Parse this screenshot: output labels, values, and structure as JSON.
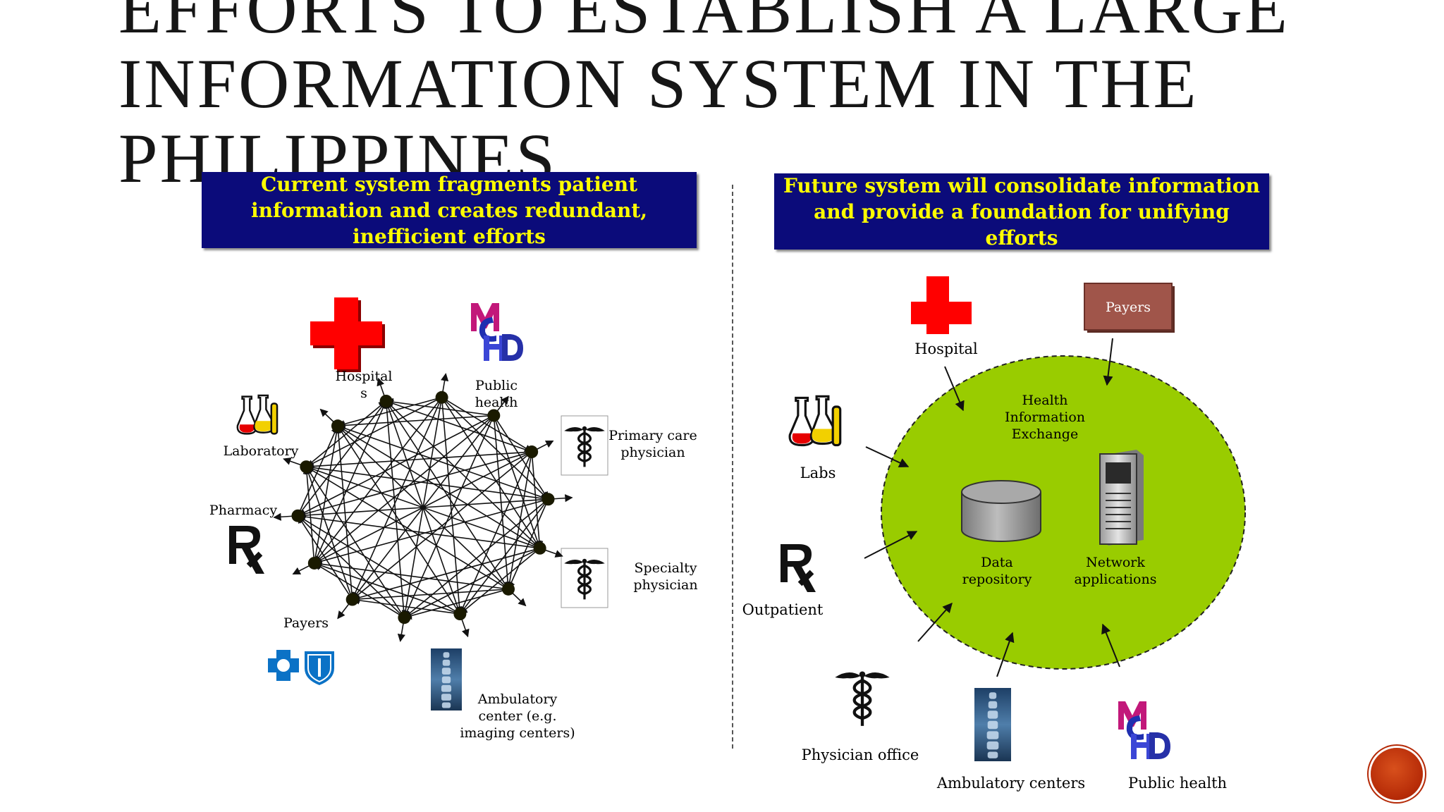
{
  "slide": {
    "title": "Efforts to establish a large information system in the Philippines"
  },
  "left_panel": {
    "banner": "Current system fragments patient information and creates redundant, inefficient efforts",
    "labels": {
      "hospital_line1": "Hospital",
      "hospital_line2": "s",
      "public_health_line1": "Public",
      "public_health_line2": "health",
      "laboratory": "Laboratory",
      "primary_care_line1": "Primary care",
      "primary_care_line2": "physician",
      "pharmacy": "Pharmacy",
      "specialty_line1": "Specialty",
      "specialty_line2": "physician",
      "payers": "Payers",
      "ambulatory_line1": "Ambulatory",
      "ambulatory_line2": "center (e.g.",
      "ambulatory_line3": "imaging centers)"
    }
  },
  "right_panel": {
    "banner": "Future system will consolidate information and provide a foundation for unifying efforts",
    "payers_box": "Payers",
    "labels": {
      "hospital": "Hospital",
      "labs": "Labs",
      "outpatient": "Outpatient",
      "physician_office": "Physician office",
      "ambulatory_centers": "Ambulatory centers",
      "public_health": "Public health",
      "hie_line1": "Health",
      "hie_line2": "Information",
      "hie_line3": "Exchange",
      "data_repository_line1": "Data",
      "data_repository_line2": "repository",
      "network_apps_line1": "Network",
      "network_apps_line2": "applications"
    }
  },
  "colors": {
    "banner_bg": "#0b0b7a",
    "banner_text": "#ffff00",
    "hie_fill": "#99cc00",
    "cross": "#ff0000",
    "payers_box": "#a0554a",
    "nav_button": "#b52a07"
  }
}
